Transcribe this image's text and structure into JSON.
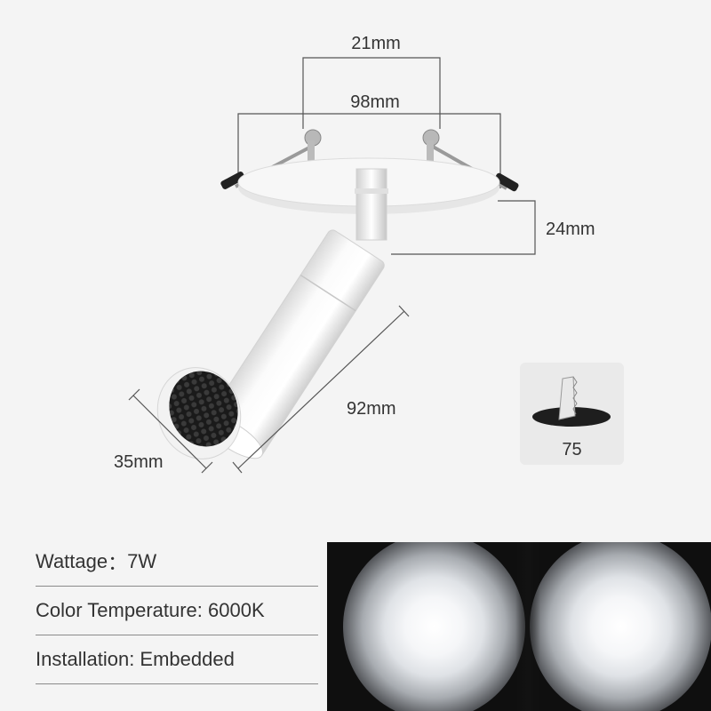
{
  "dimensions": {
    "stem_width": "21mm",
    "trim_diameter": "98mm",
    "trim_height": "24mm",
    "body_length": "92mm",
    "body_diameter": "35mm"
  },
  "cutout": {
    "icon": "cutout-hole-saw-icon",
    "value": "75"
  },
  "specs": [
    {
      "label": "Wattage",
      "separator": "：",
      "value": "7W"
    },
    {
      "label": "Color Temperature",
      "separator": ": ",
      "value": "6000K"
    },
    {
      "label": "Installation",
      "separator": ": ",
      "value": "Embedded"
    }
  ],
  "beam_photo": {
    "spots": 2,
    "colors": {
      "background": "#0f0f0f",
      "light": "#ffffff"
    }
  }
}
